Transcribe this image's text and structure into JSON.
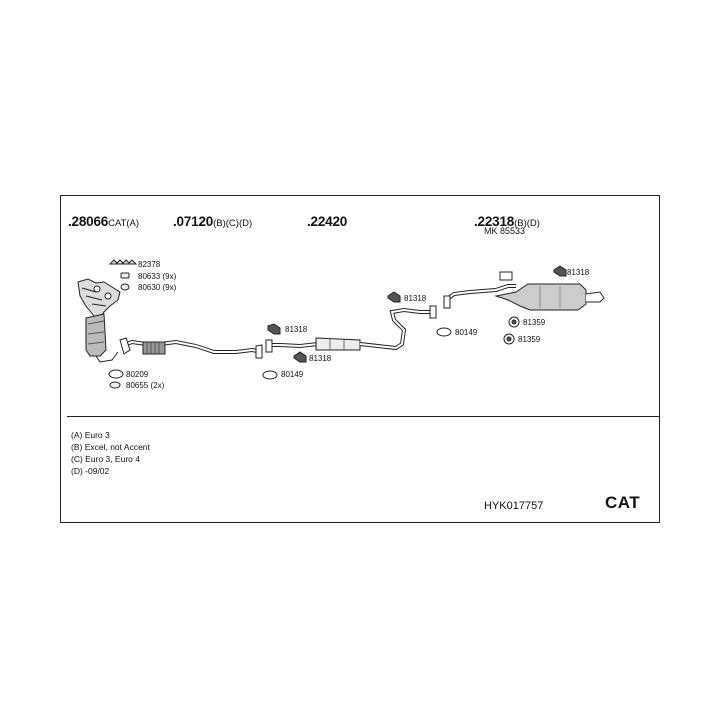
{
  "header": {
    "parts": [
      {
        "number": ".28066",
        "suffix": "CAT(A)"
      },
      {
        "number": ".07120",
        "suffix": "(B)(C)(D)"
      },
      {
        "number": ".22420",
        "suffix": ""
      },
      {
        "number": ".22318",
        "suffix": "(B)(D)"
      }
    ],
    "mk_ref": "MK  85533"
  },
  "labels": {
    "l82378": "82378",
    "l80633": "80633 (9x)",
    "l80630": "80630 (9x)",
    "l80209": "80209",
    "l80655": "80655 (2x)",
    "l81318_a": "81318",
    "l80149_a": "80149",
    "l81318_b": "81318",
    "l81318_c": "81318",
    "l80149_b": "80149",
    "l81318_d": "81318",
    "l81359_a": "81359",
    "l81359_b": "81359"
  },
  "notes": [
    "(A) Euro 3",
    "(B) Excel, not Accent",
    "(C) Euro 3, Euro 4",
    "(D) -09/02"
  ],
  "footer": {
    "kit_code": "HYK017757",
    "badge": "CAT"
  }
}
